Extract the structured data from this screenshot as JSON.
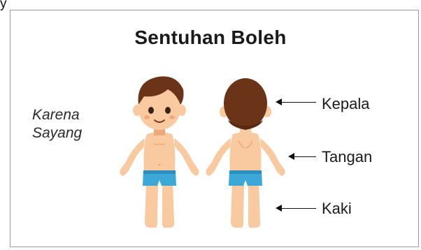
{
  "corner_text": "y",
  "title": "Sentuhan Boleh",
  "side_text": {
    "line1": "Karena",
    "line2": "Sayang"
  },
  "labels": {
    "head": "Kepala",
    "hand": "Tangan",
    "foot": "Kaki"
  },
  "colors": {
    "skin": "#F9C9A0",
    "skin_shadow": "#EDA97E",
    "hair": "#6B3318",
    "shorts": "#3BA8D8",
    "shorts_shadow": "#2A8EBE",
    "text": "#1a1a1a",
    "frame": "#9a9a9a"
  }
}
